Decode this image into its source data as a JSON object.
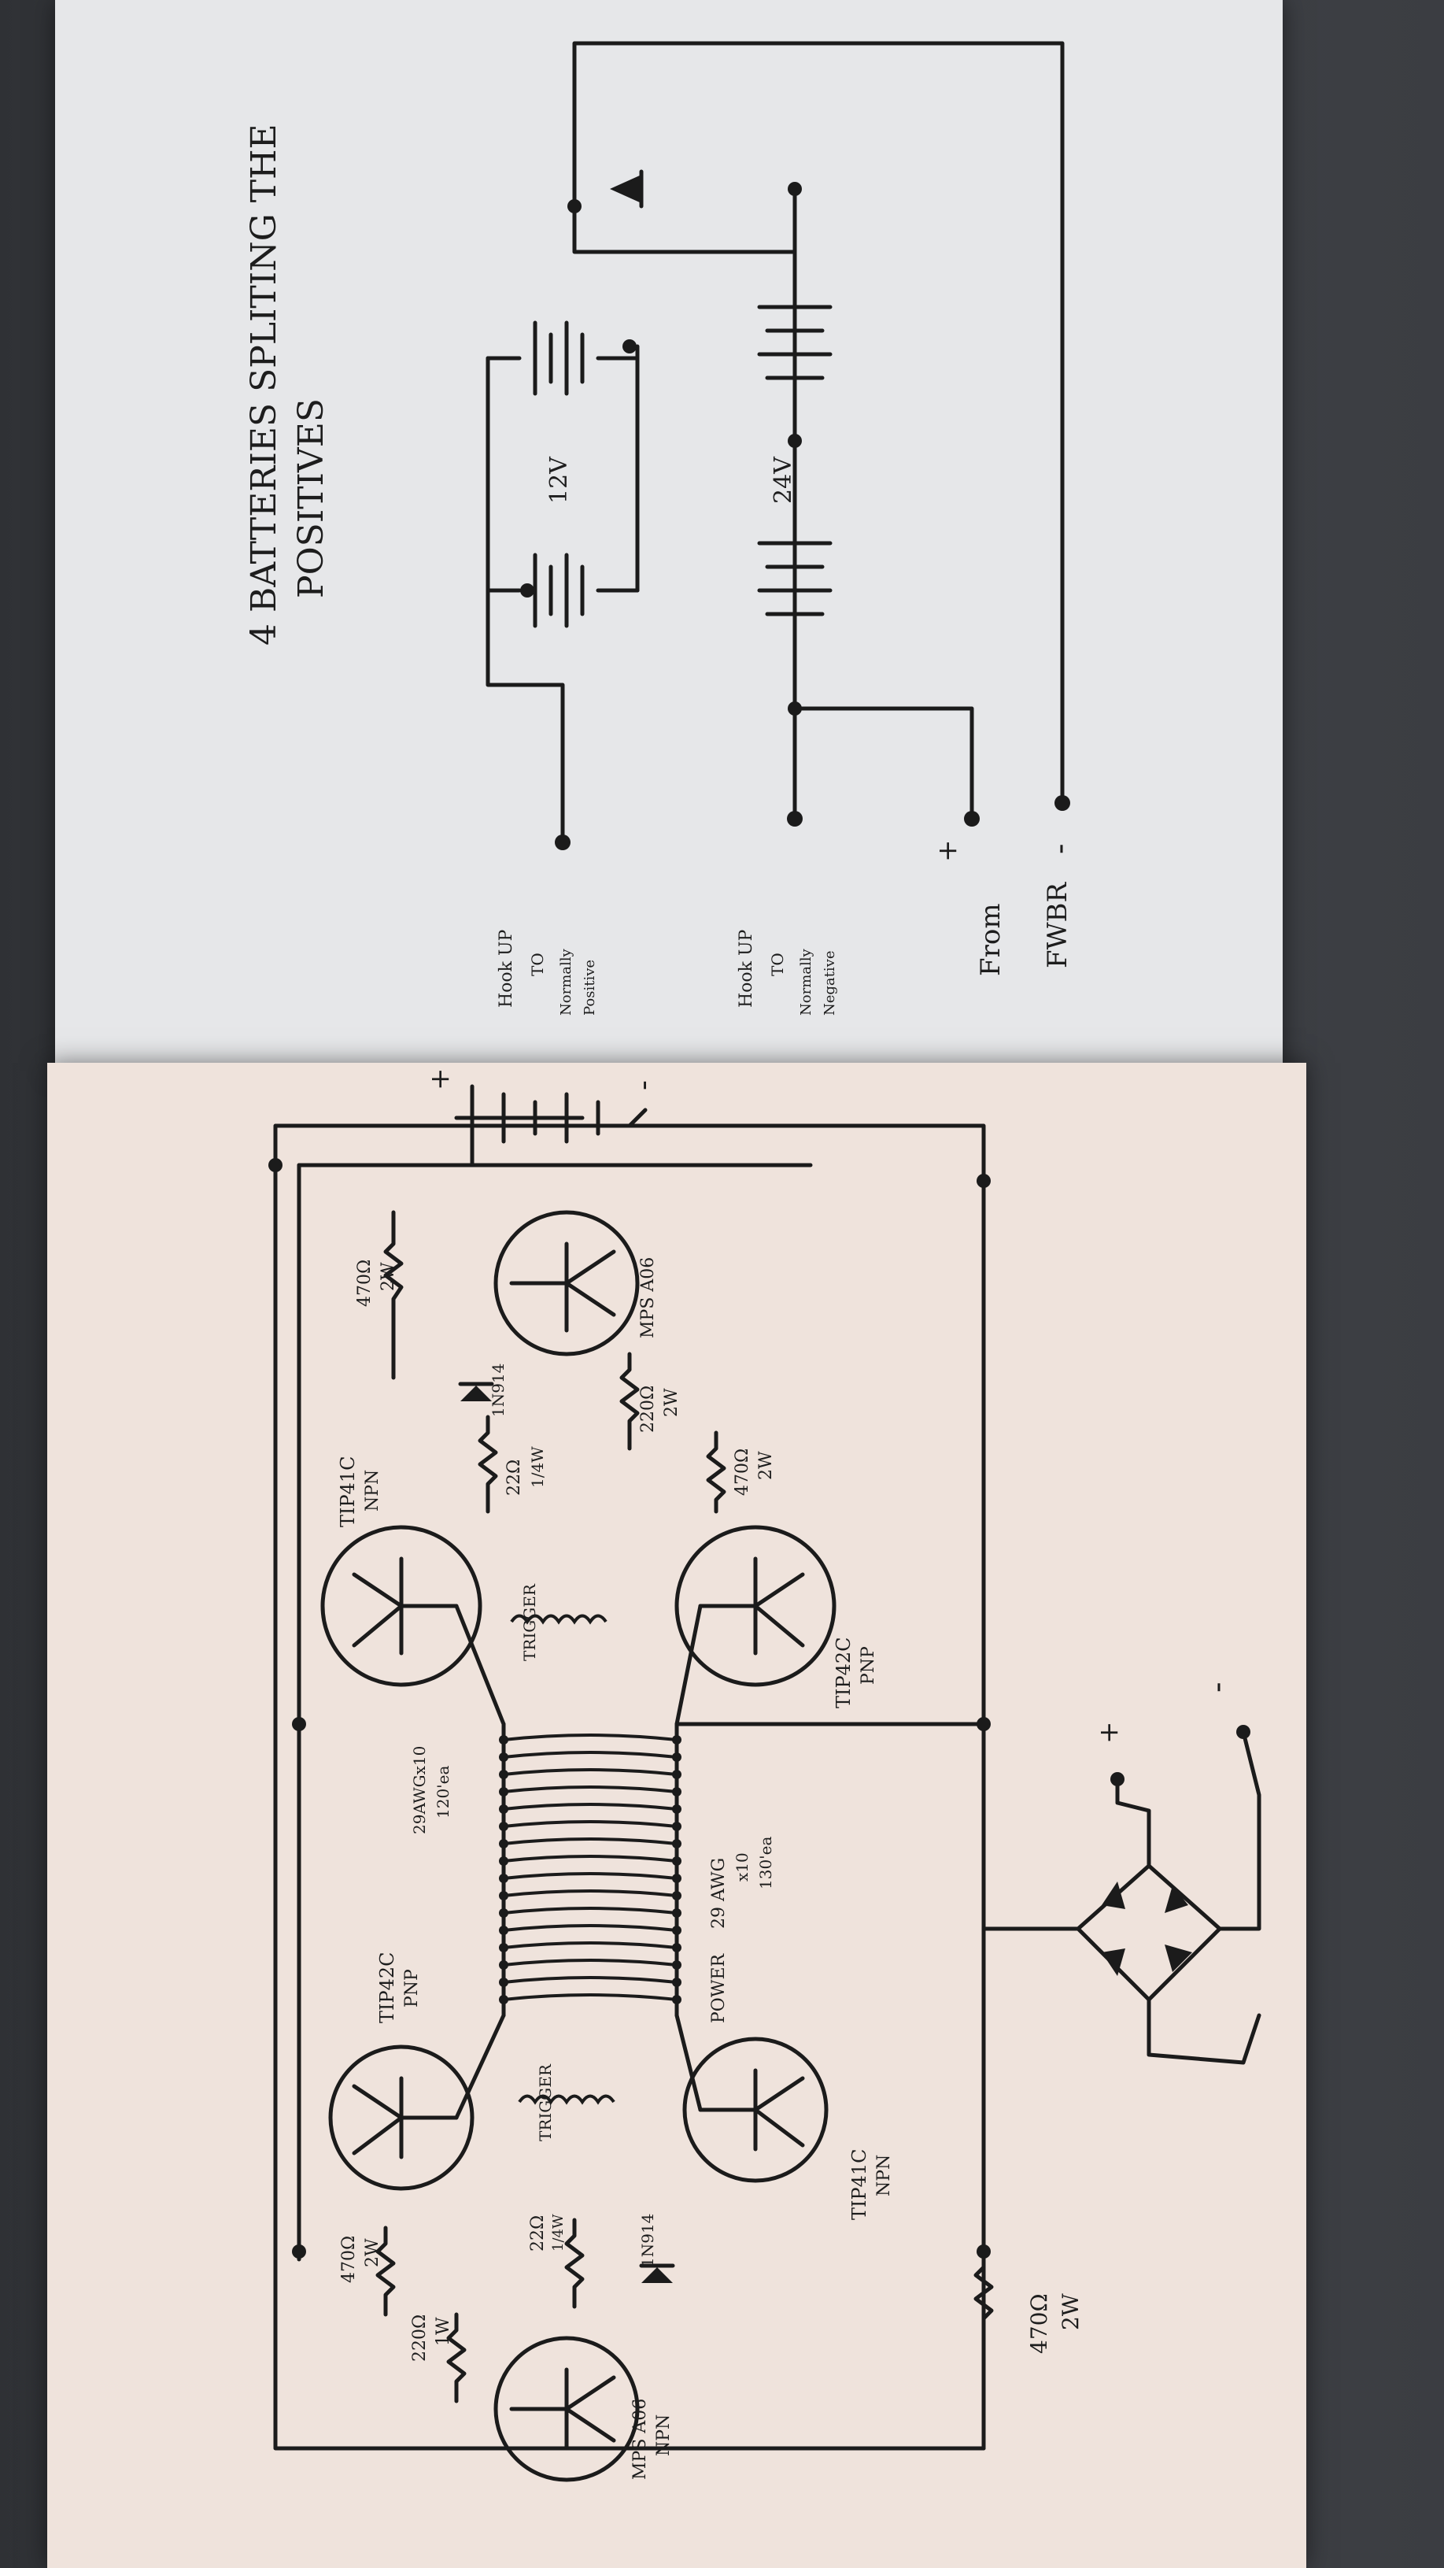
{
  "page1": {
    "title_line1": "4 BATTERIES SPLITING THE",
    "title_line2": "POSITIVES",
    "label_12v": "12V",
    "label_24v": "24V",
    "hookup_pos_1": "Hook UP",
    "hookup_pos_2": "TO",
    "hookup_pos_3": "Normally",
    "hookup_pos_4": "Positive",
    "hookup_neg_1": "Hook UP",
    "hookup_neg_2": "TO",
    "hookup_neg_3": "Normally",
    "hookup_neg_4": "Negative",
    "plus": "+",
    "minus": "-",
    "from": "From",
    "fwbr": "FWBR"
  },
  "page2": {
    "q_top_right": "TIP41C",
    "q_top_right_type": "NPN",
    "q_bot_right": "TIP42C",
    "q_bot_right_type": "PNP",
    "q_top_left": "TIP42C",
    "q_top_left_type": "PNP",
    "q_bot_left": "TIP41C",
    "q_bot_left_type": "NPN",
    "q_small_right": "MPS A06",
    "q_small_left": "MPS A06",
    "q_small_left_type": "NPN",
    "r470_a": "470Ω",
    "r470_a_w": "2W",
    "r220_a": "220Ω",
    "r220_a_w": "2W",
    "r470_b": "470Ω",
    "r470_b_w": "2W",
    "r22_a": "22Ω",
    "r22_a_w": "1/4W",
    "r470_c": "470Ω",
    "r470_c_w": "2W",
    "r220_b": "220Ω",
    "r220_b_w": "1W",
    "r22_b": "22Ω",
    "r22_b_w": "1/4W",
    "r470_d": "470Ω",
    "r470_d_w": "2W",
    "diode_a": "1N914",
    "diode_b": "1N914",
    "trigger_a": "TRIGGER",
    "trigger_b": "TRIGGER",
    "coil_top_1": "29AWGx10",
    "coil_top_2": "120'ea",
    "coil_bot_1": "POWER",
    "coil_bot_2": "29 AWG",
    "coil_bot_3": "x10",
    "coil_bot_4": "130'ea",
    "plus": "+",
    "minus": "-"
  }
}
